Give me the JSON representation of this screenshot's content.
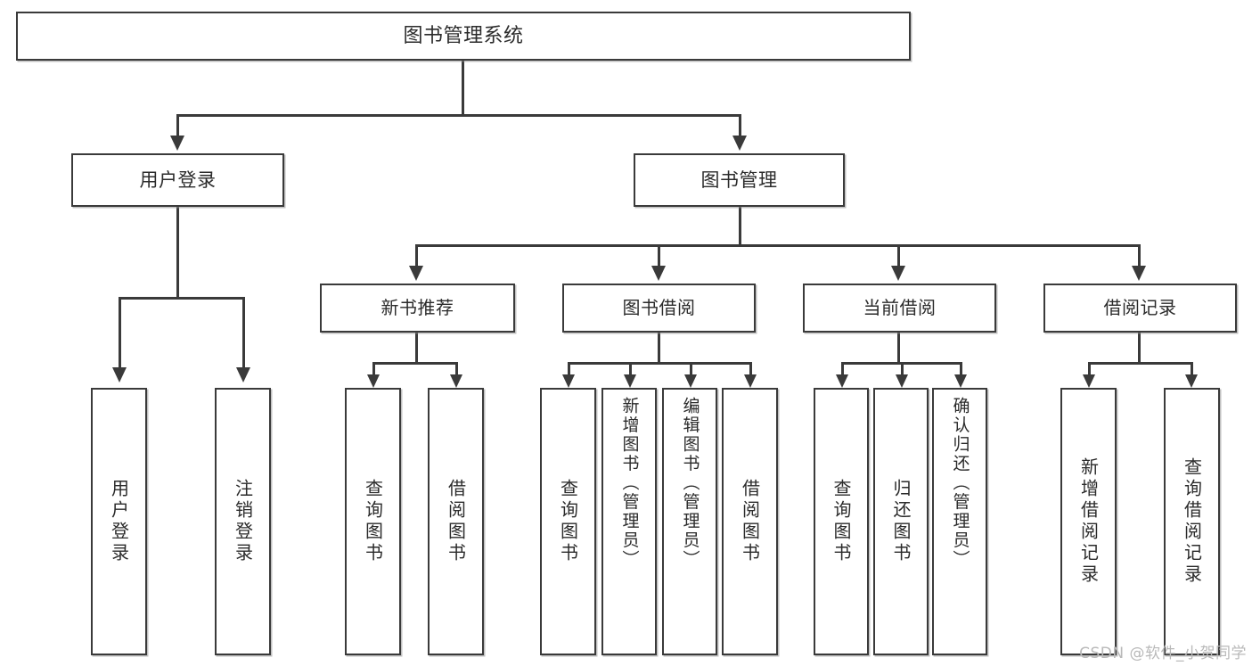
{
  "diagram": {
    "type": "tree-hierarchy",
    "title": "图书管理系统",
    "watermark": "CSDN @软件_小贺同学",
    "colors": {
      "stroke": "#3a3a3a",
      "box_fill": "#ffffff",
      "text": "#2b2b2b",
      "background": "#ffffff",
      "watermark": "#b9b9b9"
    },
    "levels": {
      "root": "图书管理系统",
      "level2": [
        "用户登录",
        "图书管理"
      ],
      "level3": [
        "新书推荐",
        "图书借阅",
        "当前借阅",
        "借阅记录"
      ]
    }
  },
  "nodes": {
    "root": {
      "label": "图书管理系统"
    },
    "user_login": {
      "label": "用户登录"
    },
    "book_manage": {
      "label": "图书管理"
    },
    "new_book_rec": {
      "label": "新书推荐"
    },
    "book_borrow": {
      "label": "图书借阅"
    },
    "current_borrow": {
      "label": "当前借阅"
    },
    "borrow_record": {
      "label": "借阅记录"
    },
    "leaf_user_login": {
      "label": "用户登录"
    },
    "leaf_logout": {
      "label": "注销登录"
    },
    "leaf_query_book_1": {
      "label": "查询图书"
    },
    "leaf_borrow_book_1": {
      "label": "借阅图书"
    },
    "leaf_query_book_2": {
      "label": "查询图书"
    },
    "leaf_add_book": {
      "label": "新增图书（管理员）"
    },
    "leaf_edit_book": {
      "label": "编辑图书（管理员）"
    },
    "leaf_borrow_book_2": {
      "label": "借阅图书"
    },
    "leaf_query_book_3": {
      "label": "查询图书"
    },
    "leaf_return_book": {
      "label": "归还图书"
    },
    "leaf_confirm_return": {
      "label": "确认归还（管理员）"
    },
    "leaf_add_record": {
      "label": "新增借阅记录"
    },
    "leaf_query_record": {
      "label": "查询借阅记录"
    }
  },
  "edges": [
    {
      "from": "图书管理系统",
      "to": "用户登录"
    },
    {
      "from": "图书管理系统",
      "to": "图书管理"
    },
    {
      "from": "用户登录",
      "to": "用户登录"
    },
    {
      "from": "用户登录",
      "to": "注销登录"
    },
    {
      "from": "图书管理",
      "to": "新书推荐"
    },
    {
      "from": "图书管理",
      "to": "图书借阅"
    },
    {
      "from": "图书管理",
      "to": "当前借阅"
    },
    {
      "from": "图书管理",
      "to": "借阅记录"
    },
    {
      "from": "新书推荐",
      "to": "查询图书"
    },
    {
      "from": "新书推荐",
      "to": "借阅图书"
    },
    {
      "from": "图书借阅",
      "to": "查询图书"
    },
    {
      "from": "图书借阅",
      "to": "新增图书（管理员）"
    },
    {
      "from": "图书借阅",
      "to": "编辑图书（管理员）"
    },
    {
      "from": "图书借阅",
      "to": "借阅图书"
    },
    {
      "from": "当前借阅",
      "to": "查询图书"
    },
    {
      "from": "当前借阅",
      "to": "归还图书"
    },
    {
      "from": "当前借阅",
      "to": "确认归还（管理员）"
    },
    {
      "from": "借阅记录",
      "to": "新增借阅记录"
    },
    {
      "from": "借阅记录",
      "to": "查询借阅记录"
    }
  ]
}
